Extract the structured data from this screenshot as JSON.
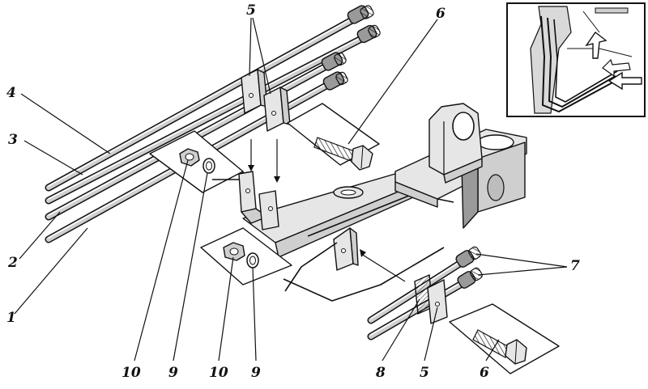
{
  "labels": {
    "l1": "1",
    "l2": "2",
    "l3": "3",
    "l4": "4",
    "l5_top": "5",
    "l5_bottom": "5",
    "l6_top": "6",
    "l6_bottom": "6",
    "l7": "7",
    "l8": "8",
    "l9_left": "9",
    "l9_right": "9",
    "l10_left": "10",
    "l10_right": "10"
  }
}
